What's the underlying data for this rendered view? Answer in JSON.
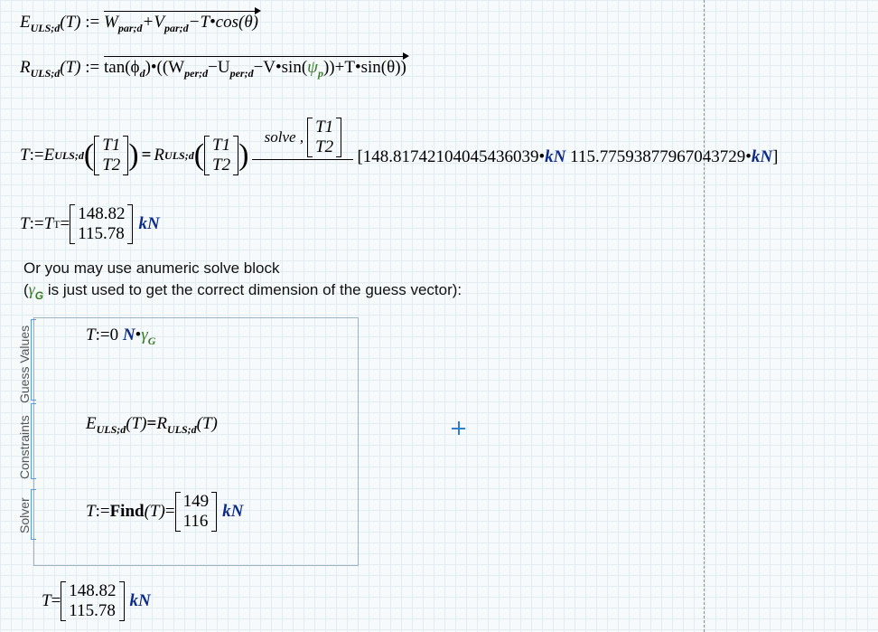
{
  "eq1": {
    "lhs": "E",
    "lhs_sub": "ULS;d",
    "arg": "(T)",
    "def": ":=",
    "rhs_terms": [
      "W",
      "par;d",
      "+V",
      "par;d",
      "−T•cos(θ)"
    ]
  },
  "eq2": {
    "lhs": "R",
    "lhs_sub": "ULS;d",
    "arg": "(T)",
    "def": ":=",
    "rhs_pre": "tan(ϕ",
    "phi_sub": "d",
    "rhs_mid": ")•((W",
    "w_sub": "per;d",
    "rhs_mid2": "−U",
    "u_sub": "per;d",
    "rhs_mid3": "−V•sin(",
    "psi": "ψ",
    "psi_sub": "p",
    "rhs_end": "))+T•sin(θ))"
  },
  "eq3": {
    "lhs": "T",
    "def": ":=",
    "e": "E",
    "e_sub": "ULS;d",
    "r": "R",
    "r_sub": "ULS;d",
    "vec": [
      "T1",
      "T2"
    ],
    "eq_sign": "=",
    "solve_label": "solve ,",
    "result_open": "[148.81742104045436039•",
    "result_unit1": "kN",
    "result_mid": " 115.77593877967043729•",
    "result_unit2": "kN",
    "result_close": "]"
  },
  "eq4": {
    "lhs": "T",
    "def": ":=",
    "rhs": "T",
    "sup": "T",
    "eq": "=",
    "values": [
      "148.82",
      "115.78"
    ],
    "unit": "kN"
  },
  "text": {
    "line1": "Or you may use anumeric solve block",
    "line2_open": "(",
    "gamma": "γ",
    "gamma_sub": "G",
    "line2_rest": " is just used to get the correct dimension of the guess vector):"
  },
  "solve_block": {
    "labels": [
      "Guess Values",
      "Constraints",
      "Solver"
    ],
    "guess": {
      "lhs": "T",
      "def": ":=",
      "val": "0 ",
      "unit": "N",
      "dot": "•",
      "gamma": "γ",
      "gamma_sub": "G"
    },
    "constraint": {
      "e": "E",
      "e_sub": "ULS;d",
      "arg": "(T)",
      "eq": "=",
      "r": "R",
      "r_sub": "ULS;d",
      "arg2": "(T)"
    },
    "solver": {
      "lhs": "T",
      "def": ":=",
      "func": "Find",
      "arg": "(T)",
      "eq": "=",
      "values": [
        "149",
        "116"
      ],
      "unit": "kN"
    }
  },
  "eq5": {
    "lhs": "T",
    "eq": "=",
    "values": [
      "148.82",
      "115.78"
    ],
    "unit": "kN"
  },
  "colors": {
    "unit": "#0b2a8a",
    "greek_green": "#3a7a2a",
    "block_border": "#9fb3bf",
    "bracket_blue": "#5a9ad8",
    "cursor": "#2f7fd0"
  }
}
